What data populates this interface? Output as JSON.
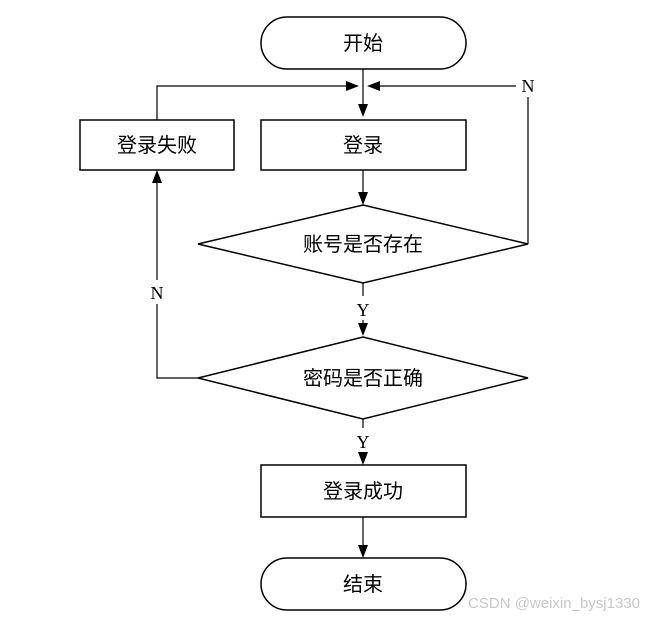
{
  "flowchart": {
    "start": "开始",
    "login": "登录",
    "login_failed": "登录失败",
    "account_exists": "账号是否存在",
    "password_correct": "密码是否正确",
    "login_success": "登录成功",
    "end": "结束",
    "yes_label": "Y",
    "no_label": "N"
  },
  "watermark": "CSDN @weixin_bysj1330"
}
